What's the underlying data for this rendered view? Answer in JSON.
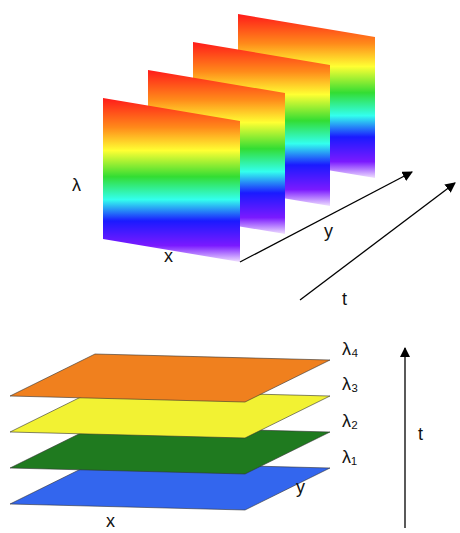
{
  "diagram": {
    "labels": [
      "λ",
      "x",
      "y",
      "t",
      "λ₄",
      "λ₃",
      "λ₂",
      "λ₁",
      "t",
      "y",
      "x"
    ]
  }
}
